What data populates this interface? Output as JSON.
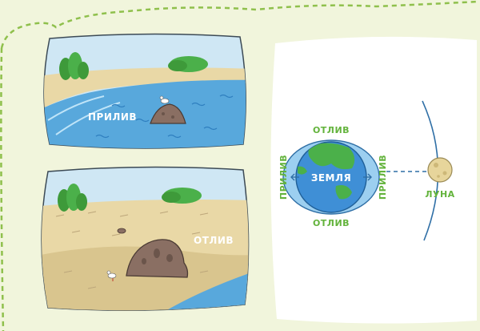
{
  "labels": {
    "high_tide_scene": "ПРИЛИВ",
    "low_tide_scene": "ОТЛИВ",
    "earth": "ЗЕМЛЯ",
    "moon": "ЛУНА",
    "tide_left": "ПРИЛИВ",
    "tide_right": "ПРИЛИВ",
    "ebb_top": "ОТЛИВ",
    "ebb_bottom": "ОТЛИВ"
  },
  "colors": {
    "background": "#f1f5dc",
    "border_dash": "#8fc04c",
    "panel": "#ffffff",
    "sky": "#cfe7f4",
    "sea": "#58a8dc",
    "sand": "#e9d8a6",
    "wet_sand": "#d9c58e",
    "earth_ocean": "#3f8fd6",
    "earth_land": "#4bb04a",
    "water_envelope": "#9ccff0",
    "moon": "#e7d59b",
    "label_green": "#63b33c",
    "orbit": "#2f6fa6"
  },
  "icons": [
    "rock-icon",
    "seagull-icon",
    "tree-icon",
    "bush-icon",
    "arrow-icon",
    "moon-icon",
    "earth-icon"
  ]
}
